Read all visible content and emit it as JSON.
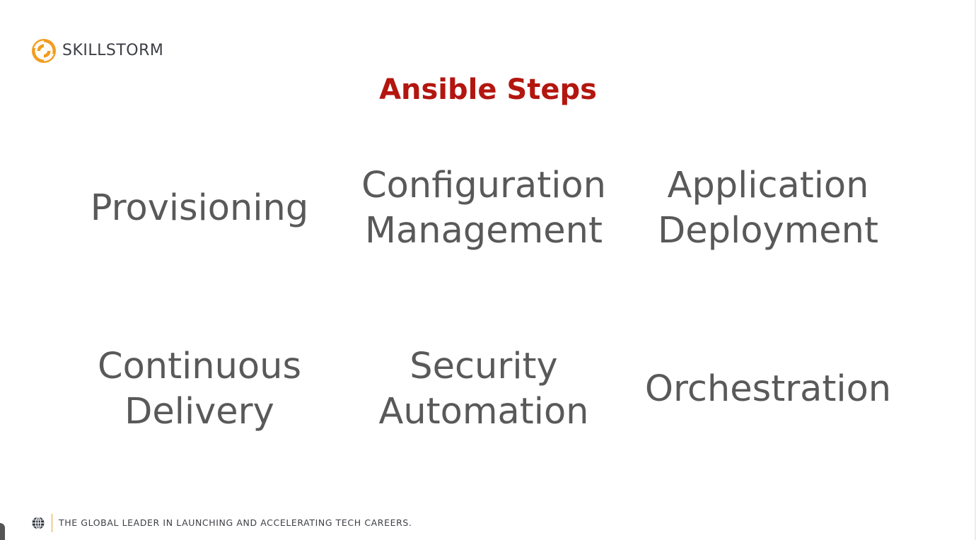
{
  "brand": {
    "name": "SKILLSTORM",
    "logo_icon": "skillstorm-swirl-icon",
    "logo_color": "#F39C1F"
  },
  "slide": {
    "title": "Ansible Steps",
    "title_color": "#B3160F",
    "steps": [
      {
        "line1": "Provisioning",
        "line2": ""
      },
      {
        "line1": "Configuration",
        "line2": "Management"
      },
      {
        "line1": "Application",
        "line2": "Deployment"
      },
      {
        "line1": "Continuous",
        "line2": "Delivery"
      },
      {
        "line1": "Security",
        "line2": "Automation"
      },
      {
        "line1": "Orchestration",
        "line2": ""
      }
    ]
  },
  "footer": {
    "icon": "globe-icon",
    "tagline": "THE GLOBAL LEADER IN LAUNCHING AND ACCELERATING TECH CAREERS.",
    "divider_color": "#E6A23C"
  }
}
